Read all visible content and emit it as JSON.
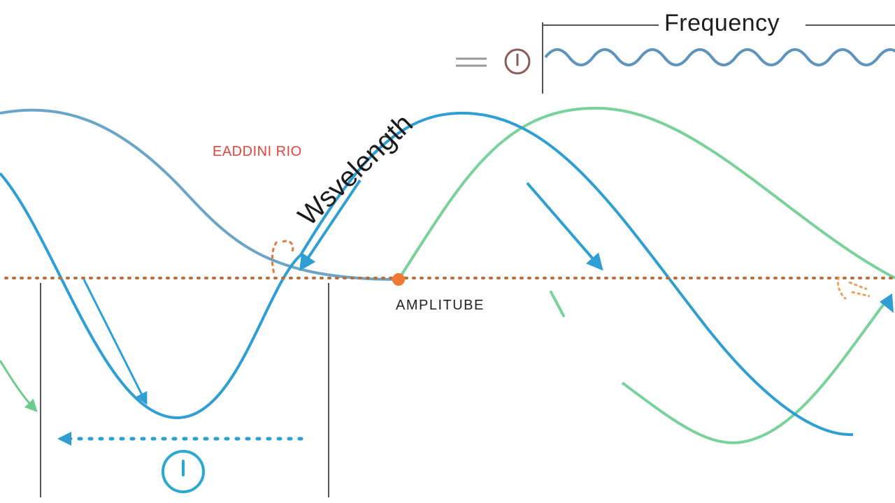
{
  "labels": {
    "frequency": "Frequency",
    "wavelength": "Wsvelength",
    "amplitude": "AMPLITUBE",
    "red_label": "EADDINI RIO"
  },
  "icons": {
    "top_clock": "clock-icon",
    "bottom_clock": "clock-icon",
    "equals": "equals-icon"
  },
  "colors": {
    "wave_primary": "#2f9fd3",
    "wave_secondary": "#6aa5c8",
    "wave_green": "#79d29c",
    "baseline": "#b66f3d",
    "accent_dot": "#f07a33",
    "red_text": "#e0463a",
    "frame_line": "#555555",
    "clock_top": "#8a5a5a",
    "clock_bottom": "#2aa8d2"
  }
}
